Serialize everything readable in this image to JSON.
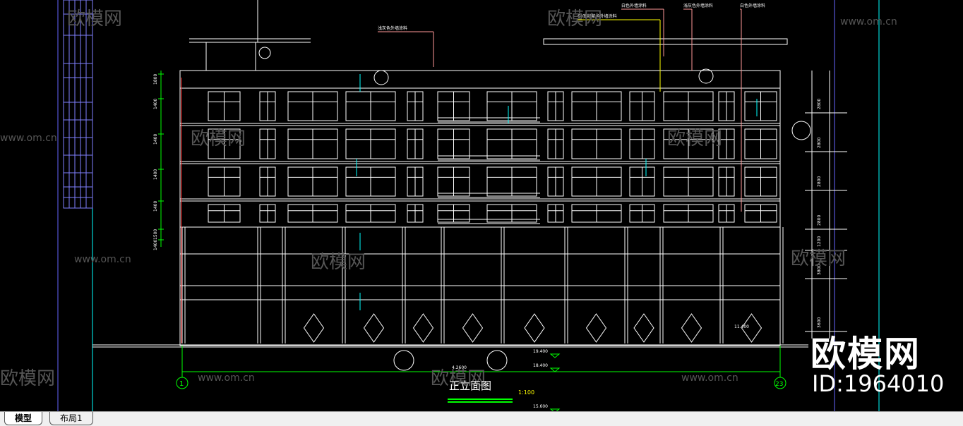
{
  "drawing": {
    "title": "正立面图",
    "scale": "1:100",
    "axis_start": "1",
    "axis_end": "23",
    "notes": [
      "浅灰色外墙涂料",
      "60宽粉紫色外墙涂料",
      "白色外墙涂料",
      "浅灰色外墙涂料",
      "白色外墙涂料"
    ],
    "left_dims": [
      "1800",
      "1400",
      "1400",
      "1400",
      "1400",
      "1500",
      "1400"
    ],
    "right_dims": [
      "2800",
      "2800",
      "2800",
      "2800",
      "1200",
      "3800",
      "3600"
    ],
    "elevations": [
      "19.400",
      "18.400",
      "15.600",
      "11.400",
      "4.2600"
    ],
    "colors": {
      "background": "#000000",
      "lines": "#ffffff",
      "dim": "#00ff00",
      "note": "#ffffff",
      "leader": "#ff9999",
      "yellow": "#ffff00"
    }
  },
  "watermark": {
    "brand": "欧模网",
    "url": "www.om.cn",
    "id": "ID:1964010"
  },
  "tabs": [
    {
      "label": "模型",
      "active": true
    },
    {
      "label": "布局1",
      "active": false
    }
  ]
}
